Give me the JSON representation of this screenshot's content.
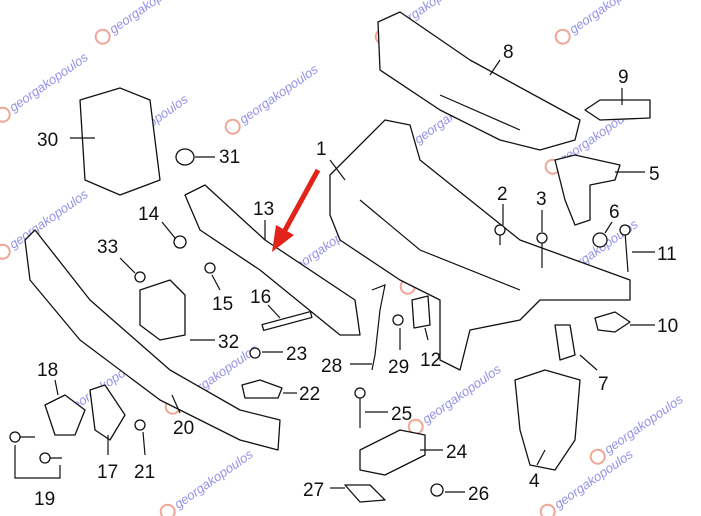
{
  "watermark": "georgakopoulos",
  "colors": {
    "arrow": "#e2231a",
    "watermark_text": "#6f6fe0",
    "watermark_logo": "#e8806a"
  },
  "labels": [
    "1",
    "2",
    "3",
    "4",
    "5",
    "6",
    "7",
    "8",
    "9",
    "10",
    "11",
    "12",
    "13",
    "14",
    "15",
    "16",
    "17",
    "18",
    "19",
    "20",
    "21",
    "22",
    "23",
    "24",
    "25",
    "26",
    "27",
    "28",
    "29",
    "30",
    "31",
    "32",
    "33"
  ]
}
